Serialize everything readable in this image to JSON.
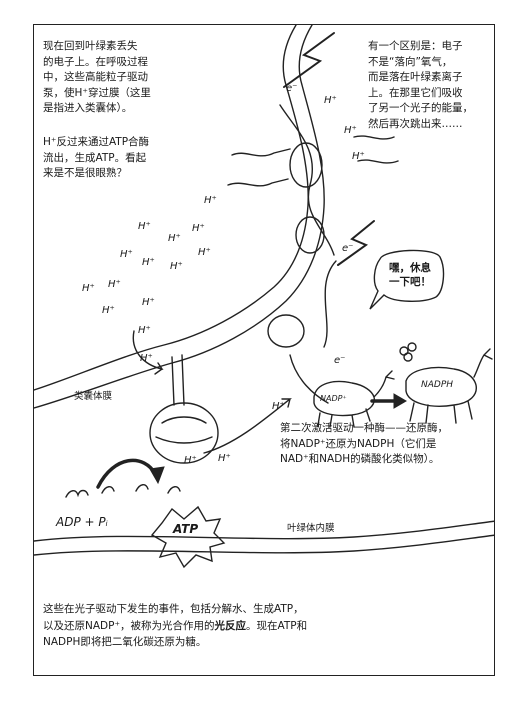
{
  "text": {
    "intro": "现在回到叶绿素丢失\n的电子上。在呼吸过程\n中，这些高能粒子驱动\n泵，使H⁺穿过膜（这里\n是指进入类囊体）。",
    "atp_paragraph": "H⁺反过来通过ATP合酶\n流出，生成ATP。看起\n来是不是很眼熟？",
    "difference": "有一个区别是：电子\n不是“落向”氧气，\n而是落在叶绿素离子\n上。在那里它们吸收\n了另一个光子的能量，\n然后再次跳出来……",
    "second_activation": "第二次激活驱动一种酶——还原酶，\n将NADP⁺还原为NADPH（它们是\nNAD⁺和NADH的磷酸化类似物）。",
    "summary_before": "这些在光子驱动下发生的事件，包括分解水、生成ATP，\n以及还原NADP⁺，被称为光合作用的",
    "summary_bold": "光反应",
    "summary_after": "。现在ATP和\nNADPH即将把二氧化碳还原为糖。"
  },
  "labels": {
    "thylakoid_membrane": "类囊体膜",
    "inner_membrane": "叶绿体内膜",
    "equation": "ADP + Pᵢ",
    "atp": "ATP",
    "speech": "嘿，休息\n一下吧！",
    "nadp_tag": "NADP⁺",
    "nadph_tag": "NADPH",
    "h_plus": "H⁺",
    "electron": "e⁻"
  }
}
